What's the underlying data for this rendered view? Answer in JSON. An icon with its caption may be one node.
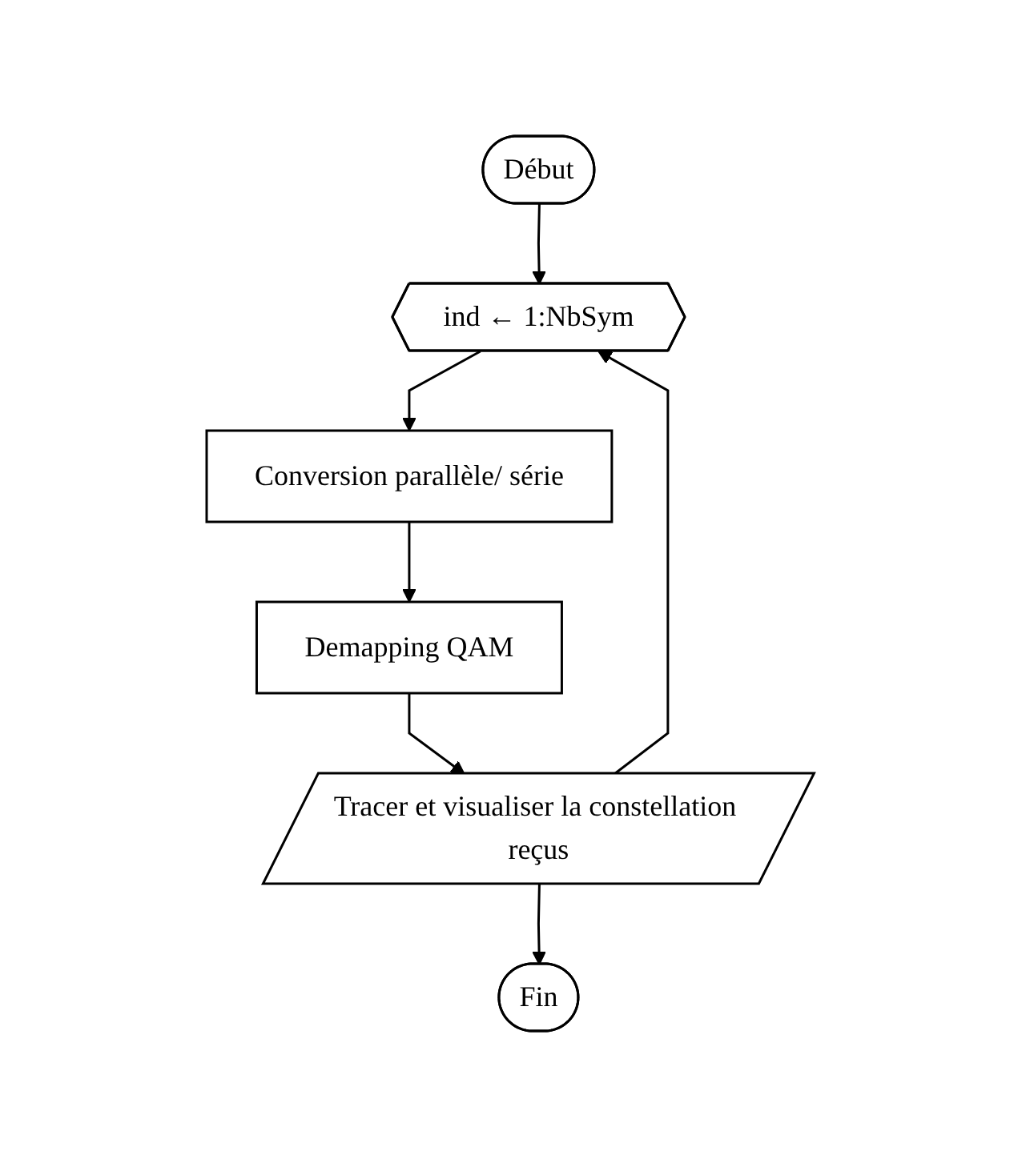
{
  "diagram": {
    "nodes": [
      {
        "text": [
          "Début"
        ]
      },
      {
        "text": [
          "ind ← 1:NbSym"
        ]
      },
      {
        "text": [
          "Conversion parallèle/ série"
        ]
      },
      {
        "text": [
          "Demapping QAM"
        ]
      },
      {
        "text": [
          "Tracer et visualiser la constellation reçus"
        ]
      },
      {
        "text": [
          "Fin"
        ]
      }
    ],
    "edges": [
      {
        "from": 0,
        "to": 1,
        "arrow": "to"
      },
      {
        "from": 1,
        "to": 2,
        "arrow": "to"
      },
      {
        "from": 2,
        "to": 3,
        "arrow": "to"
      },
      {
        "from": 3,
        "to": 4,
        "arrow": "to"
      },
      {
        "from": 4,
        "to": 5,
        "arrow": "to"
      },
      {
        "from": 4,
        "to": 1,
        "arrow": "to"
      }
    ]
  }
}
